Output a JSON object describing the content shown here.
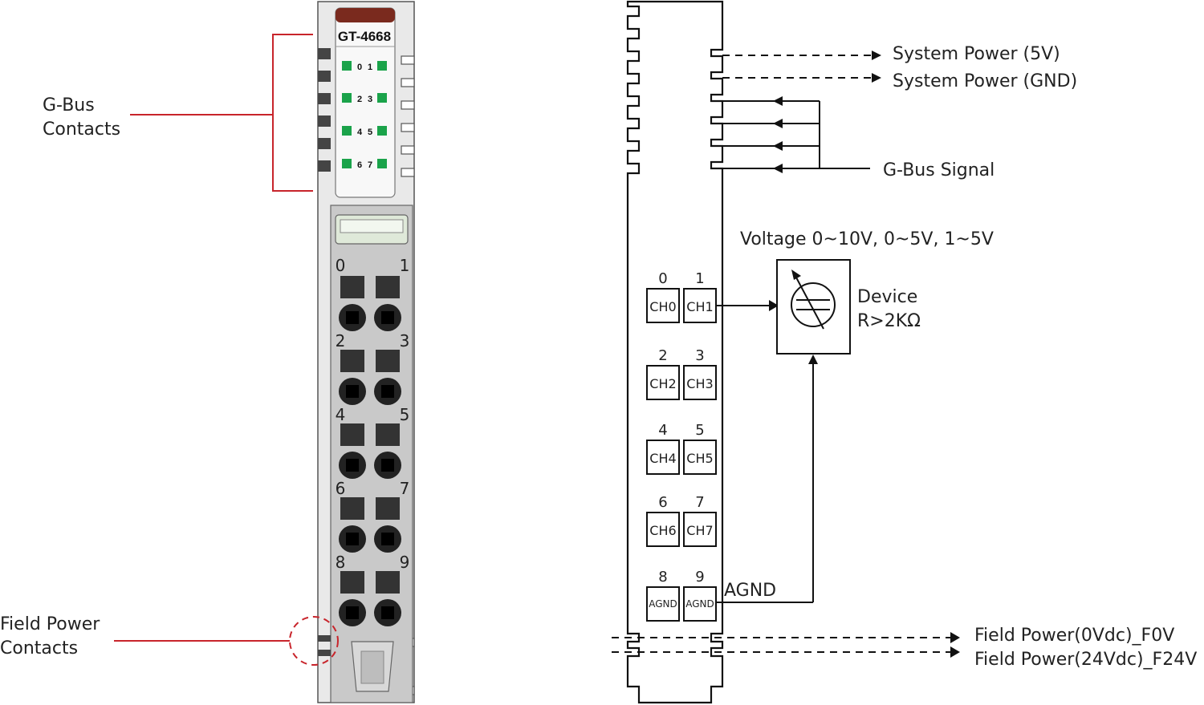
{
  "left_module": {
    "model": "GT-4668",
    "led_rows": [
      {
        "a": "0",
        "b": "1"
      },
      {
        "a": "2",
        "b": "3"
      },
      {
        "a": "4",
        "b": "5"
      },
      {
        "a": "6",
        "b": "7"
      }
    ],
    "terminal_numbers": [
      "0",
      "1",
      "2",
      "3",
      "4",
      "5",
      "6",
      "7",
      "8",
      "9"
    ],
    "callouts": {
      "gbus_line1": "G-Bus",
      "gbus_line2": "Contacts",
      "field_line1": "Field Power",
      "field_line2": "Contacts"
    }
  },
  "wiring": {
    "system_power_5v": "System Power (5V)",
    "system_power_gnd": "System Power (GND)",
    "gbus_signal": "G-Bus Signal",
    "voltage_range": "Voltage 0~10V, 0~5V, 1~5V",
    "device_line1": "Device",
    "device_line2": "R>2KΩ",
    "agnd": "AGND",
    "field_power_0v": "Field Power(0Vdc)_F0V",
    "field_power_24v": "Field Power(24Vdc)_F24V",
    "channels": [
      {
        "n1": "0",
        "n2": "1",
        "l1": "CH0",
        "l2": "CH1"
      },
      {
        "n1": "2",
        "n2": "3",
        "l1": "CH2",
        "l2": "CH3"
      },
      {
        "n1": "4",
        "n2": "5",
        "l1": "CH4",
        "l2": "CH5"
      },
      {
        "n1": "6",
        "n2": "7",
        "l1": "CH6",
        "l2": "CH7"
      },
      {
        "n1": "8",
        "n2": "9",
        "l1": "AGND",
        "l2": "AGND"
      }
    ]
  },
  "colors": {
    "callout_red": "#c8242b",
    "led_green": "#1aa34a",
    "module_gray": "#c9c9c9",
    "label_brown": "#7a2a1e"
  }
}
